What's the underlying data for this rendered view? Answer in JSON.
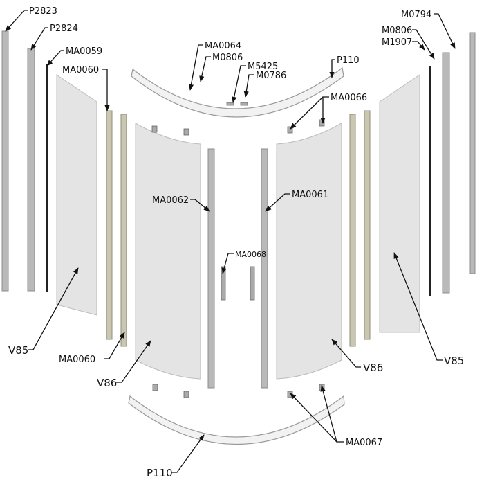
{
  "labels": [
    "P2823",
    "P2824",
    "MA0059",
    "MA0060",
    "MA0064",
    "M0806",
    "M5425",
    "M0786",
    "P110",
    "MA0066",
    "M0794",
    "M0806",
    "M1907",
    "MA0062",
    "MA0061",
    "MA0068",
    "V85",
    "MA0060",
    "V86",
    "V86",
    "V85",
    "MA0067",
    "P110"
  ]
}
